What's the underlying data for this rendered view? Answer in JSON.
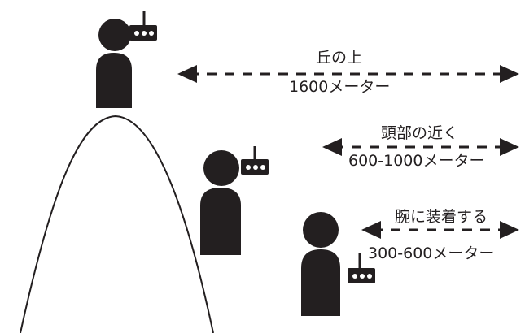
{
  "colors": {
    "ink": "#231f20",
    "background": "#ffffff"
  },
  "icons": {
    "person": "person-silhouette-icon",
    "radio": "handheld-radio-icon"
  },
  "ranges": [
    {
      "title": "丘の上",
      "distance": "1600メーター"
    },
    {
      "title": "頭部の近く",
      "distance": "600-1000メーター"
    },
    {
      "title": "腕に装着する",
      "distance": "300-600メーター"
    }
  ]
}
